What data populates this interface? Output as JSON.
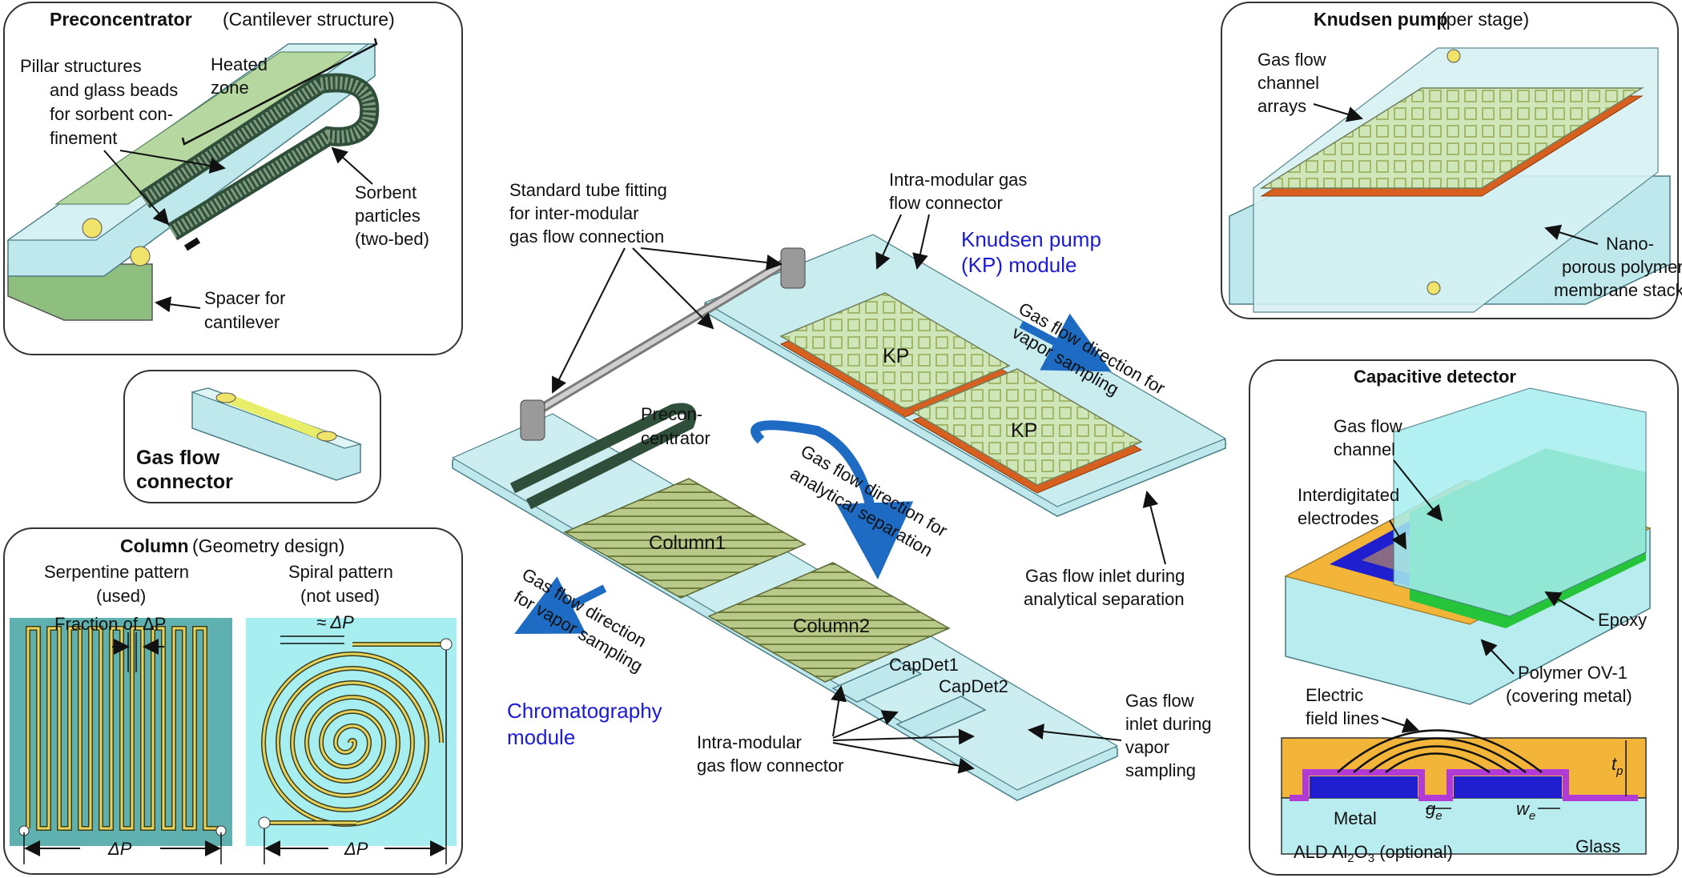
{
  "preconcentrator": {
    "title_bold": "Preconcentrator",
    "title_rest": "(Cantilever structure)",
    "heated_zone_1": "Heated",
    "heated_zone_2": "zone",
    "pillar_1": "Pillar structures",
    "pillar_2": "and glass beads",
    "pillar_3": "for sorbent con-",
    "pillar_4": "finement",
    "sorbent_1": "Sorbent",
    "sorbent_2": "particles",
    "sorbent_3": "(two-bed)",
    "spacer_1": "Spacer for",
    "spacer_2": "cantilever"
  },
  "gas_flow_connector": {
    "line1": "Gas flow",
    "line2": "connector"
  },
  "column": {
    "title_bold": "Column",
    "title_rest": "(Geometry design)",
    "serp_1": "Serpentine pattern",
    "serp_2": "(used)",
    "spiral_1": "Spiral pattern",
    "spiral_2": "(not used)",
    "fraction": "Fraction of ΔP",
    "approx": "≈ ΔP",
    "dp_left": "ΔP",
    "dp_right": "ΔP"
  },
  "center": {
    "tube_1": "Standard tube fitting",
    "tube_2": "for inter-modular",
    "tube_3": "gas flow connection",
    "intra_top_1": "Intra-modular gas",
    "intra_top_2": "flow connector",
    "kp_module_1": "Knudsen pump",
    "kp_module_2": "(KP) module",
    "kp_flow_1": "Gas flow direction for",
    "kp_flow_2": "vapor sampling",
    "kp1": "KP",
    "kp2": "KP",
    "precon_1": "Precon-",
    "precon_2": "centrator",
    "analytical_1": "Gas flow direction for",
    "analytical_2": "analytical separation",
    "column1": "Column1",
    "column2": "Column2",
    "inlet_sep_1": "Gas flow inlet during",
    "inlet_sep_2": "analytical separation",
    "chrom_flow_1": "Gas flow direction",
    "chrom_flow_2": "for vapor sampling",
    "capdet1": "CapDet1",
    "capdet2": "CapDet2",
    "chrom_module_1": "Chromatography",
    "chrom_module_2": "module",
    "intra_bot_1": "Intra-modular",
    "intra_bot_2": "gas flow connector",
    "inlet_vap_1": "Gas flow",
    "inlet_vap_2": "inlet during",
    "inlet_vap_3": "vapor",
    "inlet_vap_4": "sampling"
  },
  "knudsen_pump": {
    "title_bold": "Knudsen pump",
    "title_rest": "(per stage)",
    "channel_1": "Gas flow",
    "channel_2": "channel",
    "channel_3": "arrays",
    "membrane_1": "Nano-",
    "membrane_2": "porous polymer",
    "membrane_3": "membrane stack"
  },
  "cap_detector": {
    "title": "Capacitive detector",
    "channel_1": "Gas flow",
    "channel_2": "channel",
    "electrodes_1": "Interdigitated",
    "electrodes_2": "electrodes",
    "epoxy": "Epoxy",
    "polymer_1": "Polymer OV-1",
    "polymer_2": "(covering metal)",
    "field_1": "Electric",
    "field_2": "field lines",
    "tp": "t",
    "tp_sub": "p",
    "metal": "Metal",
    "ge": "g",
    "ge_sub": "e",
    "we": "w",
    "we_sub": "e",
    "ald_pre": "ALD Al",
    "ald_2": "2",
    "ald_o": "O",
    "ald_3": "3",
    "ald_post": " (optional)",
    "glass": "Glass"
  },
  "colors": {
    "glass": "#bfe8ec",
    "glass_dark": "#8fcfd6",
    "green_base": "#a9d59a",
    "orange": "#d9621a",
    "yellow": "#f0e36a",
    "blue_text": "#1a1ad8",
    "arrow_blue": "#1e6bc4",
    "electrode_blue": "#1f1fd0",
    "purple": "#b23ad6",
    "gold": "#f2b53a"
  }
}
